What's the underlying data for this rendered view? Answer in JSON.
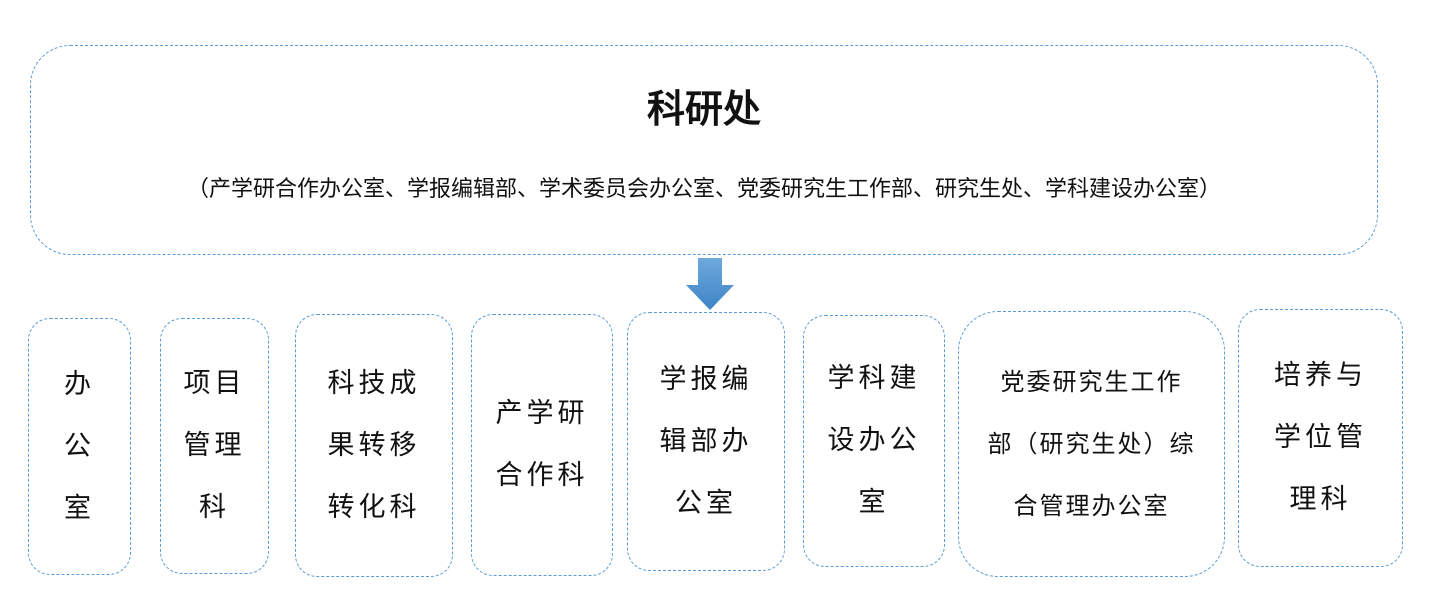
{
  "root": {
    "title": "科研处",
    "subtitle": "（产学研合作办公室、学报编辑部、学术委员会办公室、党委研究生工作部、研究生处、学科建设办公室）"
  },
  "colors": {
    "border": "#5b9bd5",
    "arrow": "#4a8fd4"
  },
  "children": [
    {
      "lines": [
        "办",
        "公",
        "室"
      ]
    },
    {
      "lines": [
        "项目",
        "管理",
        "科"
      ]
    },
    {
      "lines": [
        "科技成",
        "果转移",
        "转化科"
      ]
    },
    {
      "lines": [
        "产学研",
        "合作科"
      ]
    },
    {
      "lines": [
        "学报编",
        "辑部办",
        "公室"
      ]
    },
    {
      "lines": [
        "学科建",
        "设办公",
        "室"
      ]
    },
    {
      "lines": [
        "党委研究生工作",
        "部（研究生处）综",
        "合管理办公室"
      ]
    },
    {
      "lines": [
        "培养与",
        "学位管",
        "理科"
      ]
    }
  ]
}
